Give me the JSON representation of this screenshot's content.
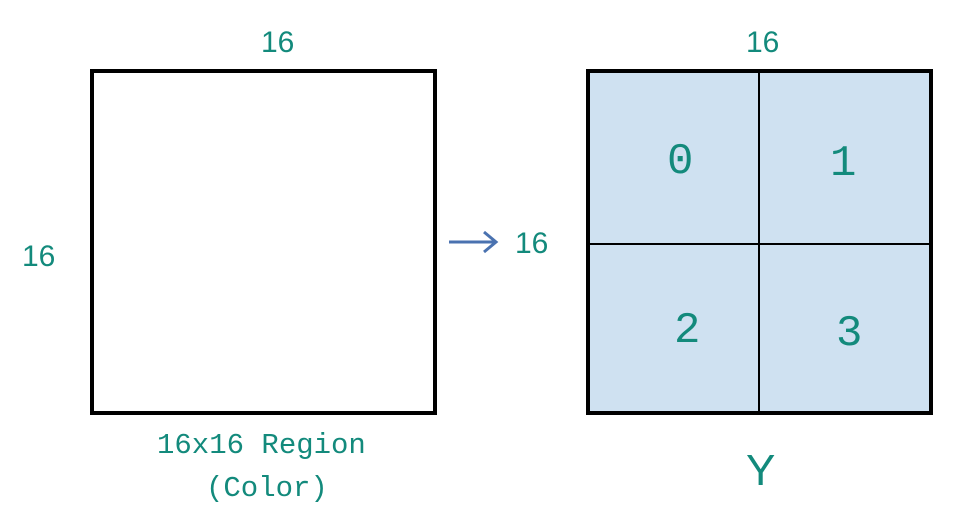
{
  "source_region": {
    "width_label": "16",
    "height_label": "16",
    "caption_line1": "16x16 Region",
    "caption_line2": "(Color)"
  },
  "luma_block": {
    "width_label": "16",
    "height_label": "16",
    "caption": "Y",
    "fill_color": "#cfe1f1",
    "quadrants": [
      "0",
      "1",
      "2",
      "3"
    ]
  },
  "colors": {
    "label_text": "#138a7c",
    "border": "#000000",
    "arrow": "#4a72b0"
  }
}
